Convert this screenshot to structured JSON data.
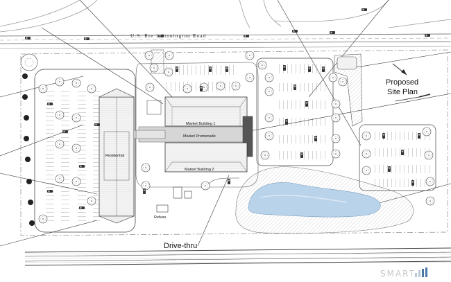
{
  "road": {
    "label": "U.S. Rte 1 Stonington Road"
  },
  "title": {
    "line1": "Proposed",
    "line2": "Site Plan"
  },
  "buildings": {
    "market1": "Market Building 1",
    "promenade": "Market Promenade",
    "market2": "Market Building 2",
    "residential": "Residential"
  },
  "labels": {
    "refuse": "Refuse",
    "drivethru": "Drive-thru"
  },
  "watermark": {
    "text": "SMART"
  },
  "colors": {
    "pond": "#b9d3ea",
    "linework": "#333333",
    "roof": "#f3f3f3",
    "hatch": "#b5b5b5"
  }
}
